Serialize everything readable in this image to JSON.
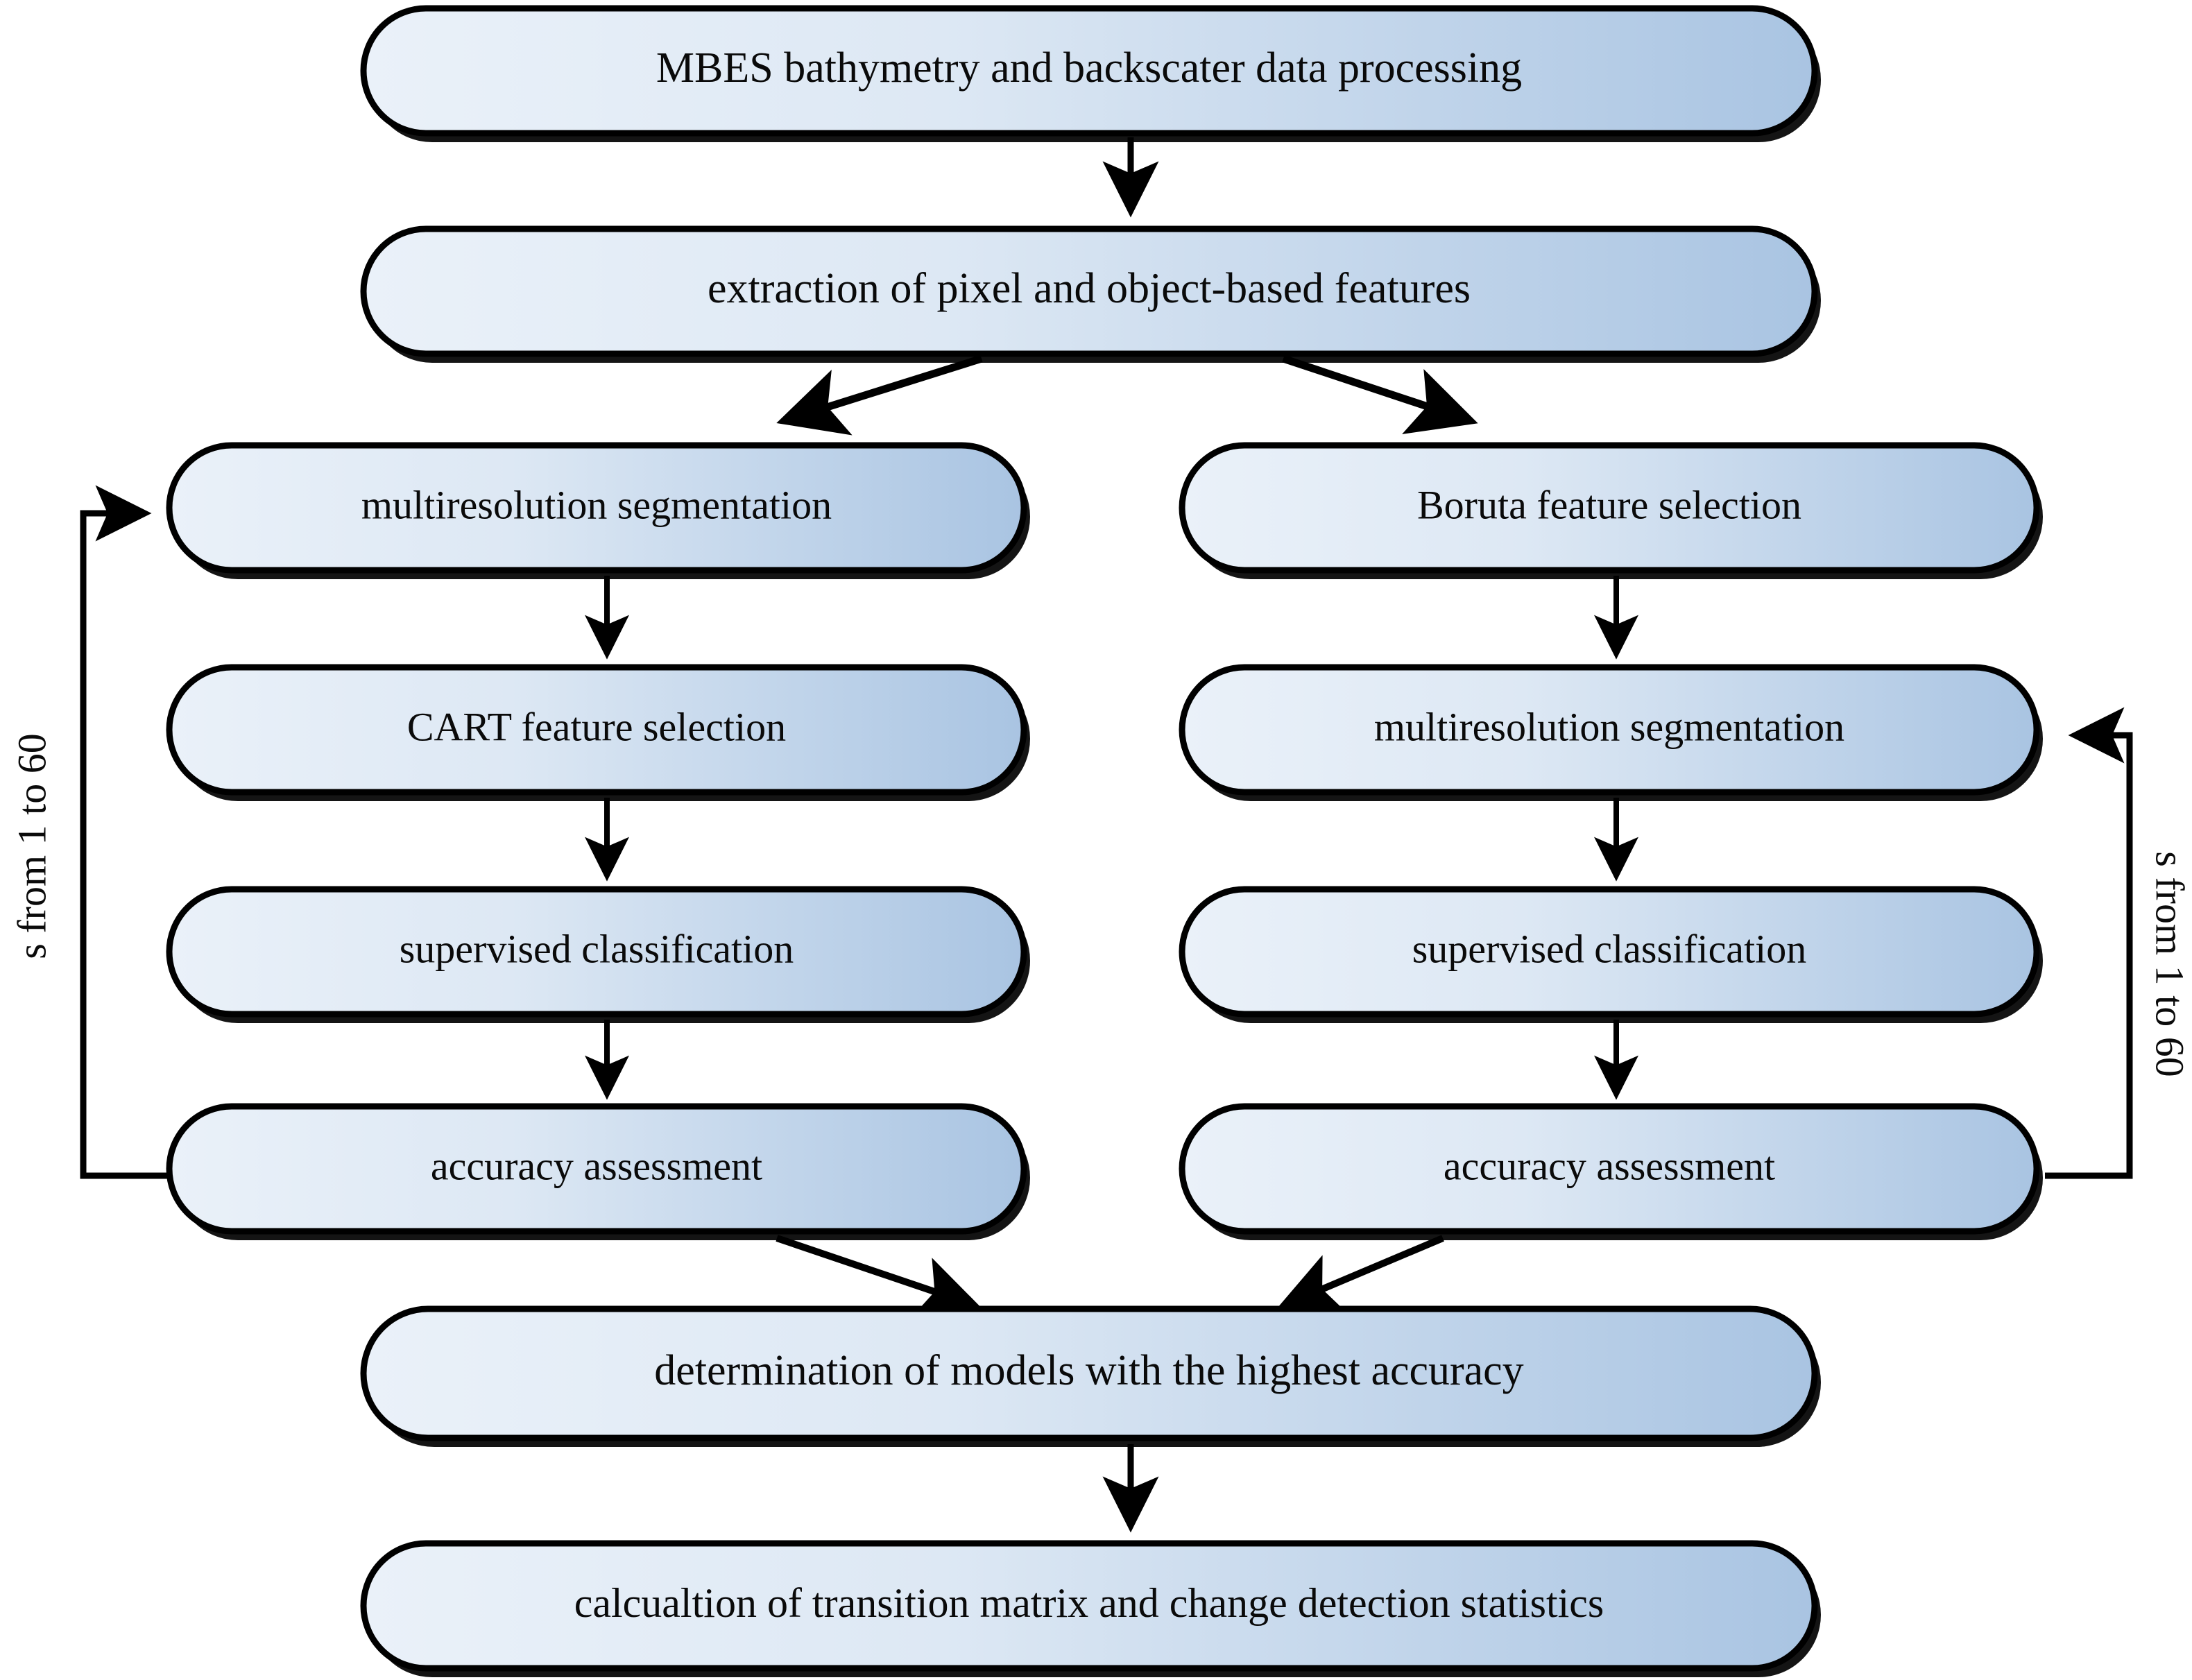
{
  "diagram": {
    "type": "flowchart",
    "title_text": "",
    "background_color": "#ffffff",
    "box_style": {
      "fill_gradient_start": "#e9f0f8",
      "fill_gradient_end": "#a9c4e2",
      "stroke_color": "#000000",
      "text_color": "#0a0a0a",
      "shadow_color": "#1a1a1a"
    },
    "nodes": [
      {
        "id": "n1",
        "label": "MBES bathymetry and backscater data processing"
      },
      {
        "id": "n2",
        "label": "extraction of pixel and object-based features"
      },
      {
        "id": "n3",
        "label": "multiresolution segmentation"
      },
      {
        "id": "n4",
        "label": "Boruta feature selection"
      },
      {
        "id": "n5",
        "label": "CART feature selection"
      },
      {
        "id": "n6",
        "label": "multiresolution segmentation"
      },
      {
        "id": "n7",
        "label": "supervised classification"
      },
      {
        "id": "n8",
        "label": "supervised classification"
      },
      {
        "id": "n9",
        "label": "accuracy assessment"
      },
      {
        "id": "n10",
        "label": "accuracy assessment"
      },
      {
        "id": "n11",
        "label": "determination of models with the highest accuracy"
      },
      {
        "id": "n12",
        "label": "calcualtion of transition matrix and change detection statistics"
      }
    ],
    "loop_labels": {
      "left": "s from 1 to 60",
      "right": "s from 1 to 60"
    },
    "edges": [
      {
        "from": "n1",
        "to": "n2",
        "kind": "straight-down"
      },
      {
        "from": "n2",
        "to": "n3",
        "kind": "branch-left"
      },
      {
        "from": "n2",
        "to": "n4",
        "kind": "branch-right"
      },
      {
        "from": "n3",
        "to": "n5",
        "kind": "straight-down"
      },
      {
        "from": "n4",
        "to": "n6",
        "kind": "straight-down"
      },
      {
        "from": "n5",
        "to": "n7",
        "kind": "straight-down"
      },
      {
        "from": "n6",
        "to": "n8",
        "kind": "straight-down"
      },
      {
        "from": "n7",
        "to": "n9",
        "kind": "straight-down"
      },
      {
        "from": "n8",
        "to": "n10",
        "kind": "straight-down"
      },
      {
        "from": "n9",
        "to": "n11",
        "kind": "merge-right"
      },
      {
        "from": "n10",
        "to": "n11",
        "kind": "merge-left"
      },
      {
        "from": "n11",
        "to": "n12",
        "kind": "straight-down"
      },
      {
        "from": "n9",
        "to": "n3",
        "kind": "feedback-left"
      },
      {
        "from": "n10",
        "to": "n6",
        "kind": "feedback-right"
      }
    ]
  }
}
